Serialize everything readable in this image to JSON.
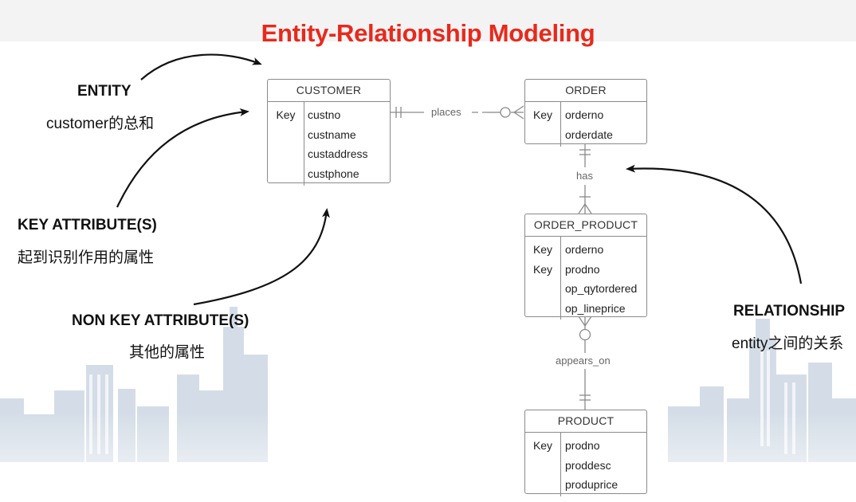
{
  "title": "Entity-Relationship Modeling",
  "annotations": {
    "entity": {
      "heading": "ENTITY",
      "desc": "customer的总和"
    },
    "key_attr": {
      "heading": "KEY ATTRIBUTE(S)",
      "desc": "起到识别作用的属性"
    },
    "non_key_attr": {
      "heading": "NON KEY ATTRIBUTE(S)",
      "desc": "其他的属性"
    },
    "relationship": {
      "heading": "RELATIONSHIP",
      "desc": "entity之间的关系"
    }
  },
  "entities": {
    "customer": {
      "name": "CUSTOMER",
      "rows": [
        {
          "key": "Key",
          "field": "custno"
        },
        {
          "key": "",
          "field": "custname"
        },
        {
          "key": "",
          "field": "custaddress"
        },
        {
          "key": "",
          "field": "custphone"
        }
      ]
    },
    "order": {
      "name": "ORDER",
      "rows": [
        {
          "key": "Key",
          "field": "orderno"
        },
        {
          "key": "",
          "field": "orderdate"
        }
      ]
    },
    "order_product": {
      "name": "ORDER_PRODUCT",
      "rows": [
        {
          "key": "Key",
          "field": "orderno"
        },
        {
          "key": "Key",
          "field": "prodno"
        },
        {
          "key": "",
          "field": "op_qytordered"
        },
        {
          "key": "",
          "field": "op_lineprice"
        }
      ]
    },
    "product": {
      "name": "PRODUCT",
      "rows": [
        {
          "key": "Key",
          "field": "prodno"
        },
        {
          "key": "",
          "field": "proddesc"
        },
        {
          "key": "",
          "field": "produprice"
        }
      ]
    }
  },
  "relationships": {
    "places": "places",
    "has": "has",
    "appears_on": "appears_on"
  },
  "colors": {
    "title": "#e8291c",
    "line": "#8a8a8a",
    "skyline": "#c9d4e0"
  }
}
